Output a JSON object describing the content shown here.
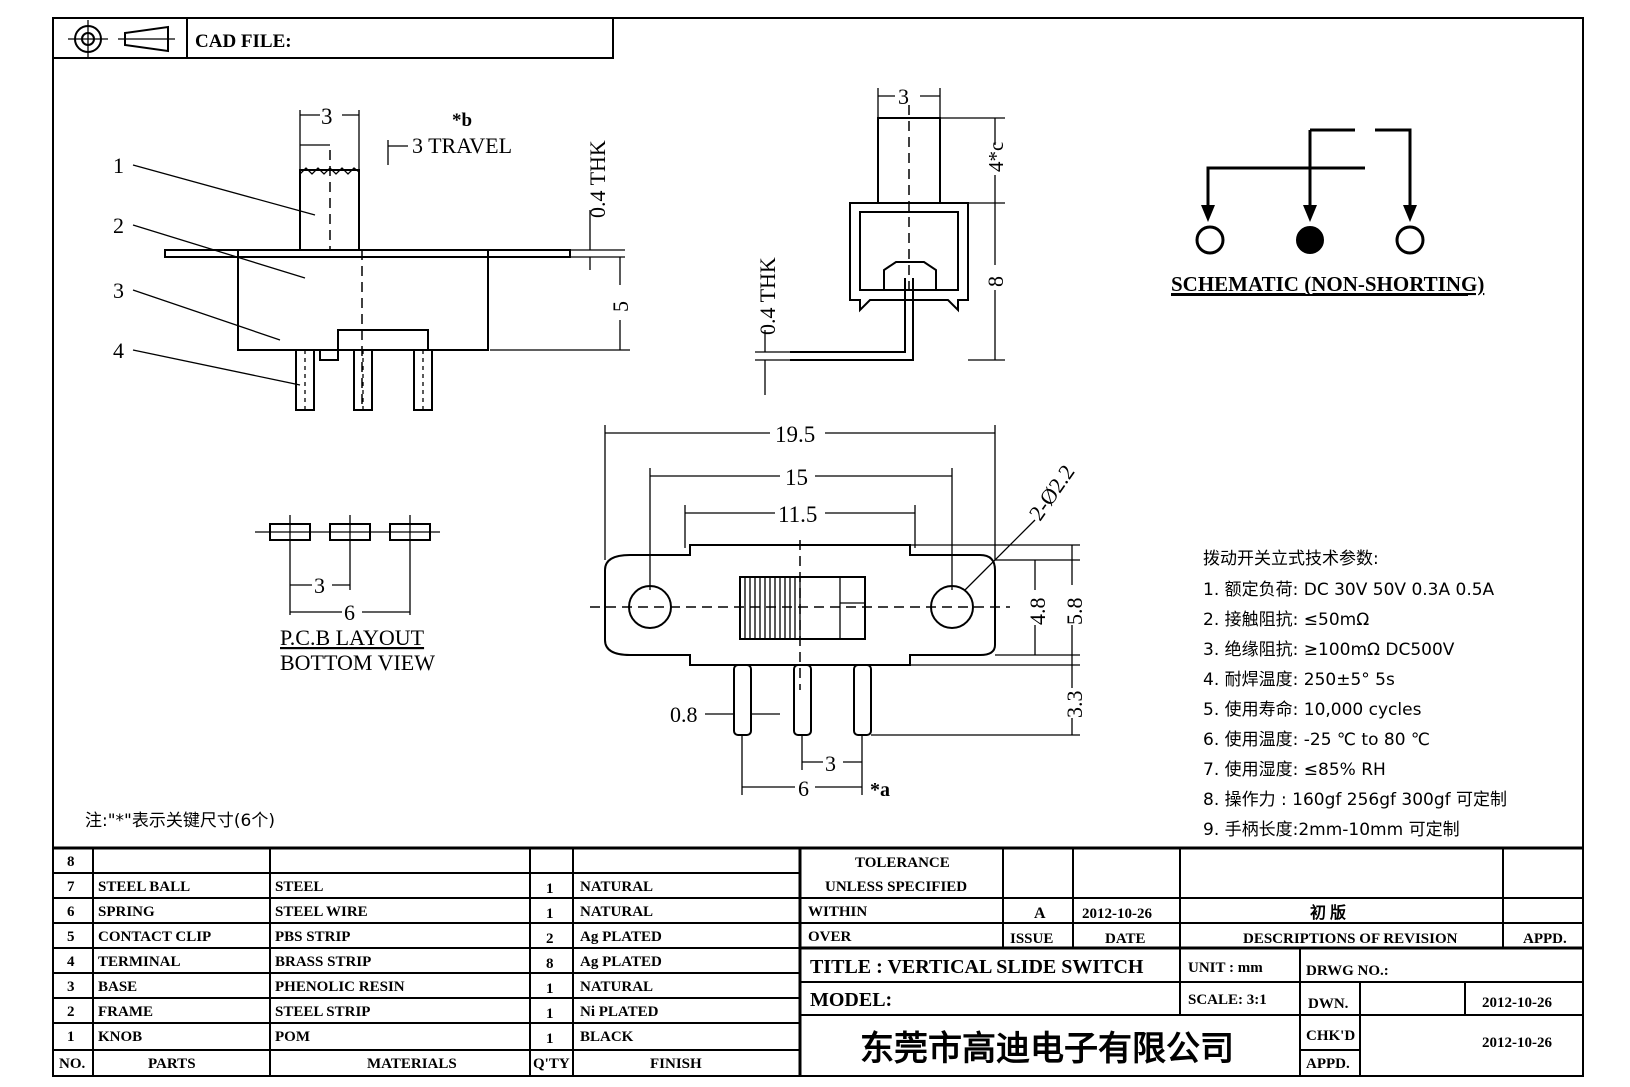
{
  "header": {
    "cad_label": "CAD FILE:"
  },
  "side_view": {
    "dim_width": "3",
    "dim_b": "*b",
    "travel": "3  TRAVEL",
    "thk": "0.4  THK",
    "dim_height": "5",
    "callouts": [
      "1",
      "2",
      "3",
      "4"
    ]
  },
  "end_view": {
    "dim_width": "3",
    "dim_c": "4*c",
    "dim_height": "8",
    "thk": "0.4  THK"
  },
  "schematic": {
    "label": "SCHEMATIC (NON-SHORTING)"
  },
  "pcb": {
    "dim_pitch": "3",
    "dim_span": "6",
    "label1": "P.C.B  LAYOUT",
    "label2": "BOTTOM  VIEW"
  },
  "front_view": {
    "dim_overall": "19.5",
    "dim_holes": "15",
    "dim_inner": "11.5",
    "dim_hole_dia": "2-Ø2.2",
    "dim_h1": "4.8",
    "dim_h2": "5.8",
    "dim_pin_len": "3.3",
    "dim_pin_w": "0.8",
    "dim_pitch": "3",
    "dim_span": "6",
    "key_a": "*a"
  },
  "note": "注:\"*\"表示关键尺寸(6个)",
  "specs": {
    "title": "拨动开关立式技术参数:",
    "items": [
      "1.  额定负荷: DC 30V    50V    0.3A    0.5A",
      "2.  接触阻抗:  ≤50mΩ",
      "3.  绝缘阻抗:  ≥100mΩ   DC500V",
      "4.  耐焊温度: 250±5°  5s",
      "5.  使用寿命: 10,000 cycles",
      "6.  使用温度: -25  ℃   to 80  ℃",
      "7.  使用湿度:  ≤85% RH",
      "8.  操作力 : 160gf    256gf    300gf  可定制",
      "9.  手柄长度:2mm-10mm  可定制"
    ]
  },
  "bom": {
    "headers": [
      "NO.",
      "PARTS",
      "MATERIALS",
      "Q'TY",
      "FINISH"
    ],
    "rows": [
      [
        "8",
        "",
        "",
        "",
        ""
      ],
      [
        "7",
        "STEEL BALL",
        "STEEL",
        "1",
        "NATURAL"
      ],
      [
        "6",
        "SPRING",
        "STEEL WIRE",
        "1",
        "NATURAL"
      ],
      [
        "5",
        "CONTACT CLIP",
        "PBS STRIP",
        "2",
        "Ag PLATED"
      ],
      [
        "4",
        "TERMINAL",
        "BRASS STRIP",
        "8",
        "Ag PLATED"
      ],
      [
        "3",
        "BASE",
        "PHENOLIC RESIN",
        "1",
        "NATURAL"
      ],
      [
        "2",
        "FRAME",
        "STEEL STRIP",
        "1",
        "Ni PLATED"
      ],
      [
        "1",
        "KNOB",
        "POM",
        "1",
        "BLACK"
      ]
    ]
  },
  "title_block": {
    "tolerance": "TOLERANCE",
    "unless": "UNLESS   SPECIFIED",
    "within": "WITHIN",
    "over": "OVER",
    "rev_issue": "A",
    "rev_date": "2012-10-26",
    "rev_desc": "初   版",
    "col_issue": "ISSUE",
    "col_date": "DATE",
    "col_desc": "DESCRIPTIONS  OF  REVISION",
    "col_appd": "APPD.",
    "title": "TITLE :   VERTICAL  SLIDE  SWITCH",
    "unit": "UNIT :  mm",
    "drwg": "DRWG  NO.:",
    "model": "MODEL:",
    "scale": "SCALE:  3:1",
    "dwn": "DWN.",
    "dwn_date": "2012-10-26",
    "chkd": "CHK'D",
    "chkd_date": "2012-10-26",
    "appd": "APPD.",
    "company": "东莞市高迪电子有限公司"
  }
}
